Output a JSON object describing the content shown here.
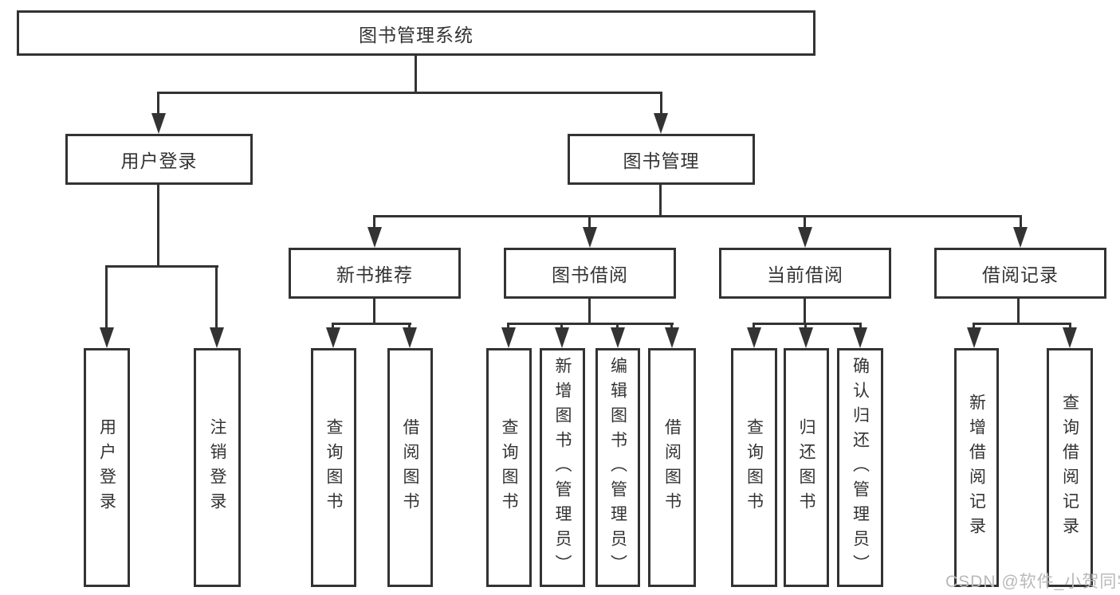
{
  "diagram_title": "图书管理系统",
  "nodes": {
    "root": "图书管理系统",
    "user_login": "用户登录",
    "book_management": "图书管理",
    "new_book_recommend": "新书推荐",
    "book_borrow": "图书借阅",
    "current_borrow": "当前借阅",
    "borrow_records": "借阅记录",
    "leaf_user_login": "用户登录",
    "leaf_logout": "注销登录",
    "leaf_newbook_query": "查询图书",
    "leaf_newbook_borrow": "借阅图书",
    "leaf_borrow_query": "查询图书",
    "leaf_borrow_add": "新增图书（管理员）",
    "leaf_borrow_edit": "编辑图书（管理员）",
    "leaf_borrow_borrow": "借阅图书",
    "leaf_current_query": "查询图书",
    "leaf_current_return": "归还图书",
    "leaf_current_confirm": "确认归还（管理员）",
    "leaf_records_add": "新增借阅记录",
    "leaf_records_query": "查询借阅记录"
  },
  "watermark": "CSDN @软件_小贺同学",
  "colors": {
    "line": "#333333",
    "text": "#333333",
    "background": "#ffffff",
    "watermark": "#b9b9b9"
  }
}
